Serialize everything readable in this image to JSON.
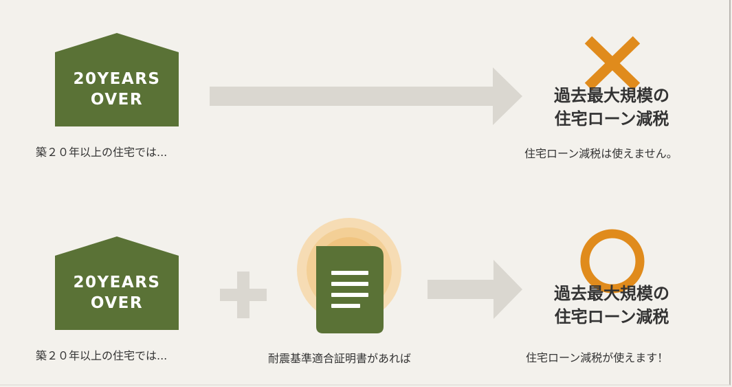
{
  "colors": {
    "background": "#f3f1ec",
    "house_green": "#5a7236",
    "arrow_gray": "#dad7d0",
    "accent_orange": "#e08b1c"
  },
  "row1": {
    "house_line1": "20YEARS",
    "house_line2": "OVER",
    "house_caption": "築２０年以上の住宅では...",
    "result_line1": "過去最大規模の",
    "result_line2": "住宅ローン減税",
    "result_caption": "住宅ローン減税は使えません。",
    "mark_icon": "cross-icon"
  },
  "row2": {
    "house_line1": "20YEARS",
    "house_line2": "OVER",
    "house_caption": "築２０年以上の住宅では...",
    "plus_icon": "plus-icon",
    "document_icon": "document-icon",
    "document_caption": "耐震基準適合証明書があれば",
    "result_line1": "過去最大規模の",
    "result_line2": "住宅ローン減税",
    "result_caption": "住宅ローン減税が使えます！",
    "mark_icon": "circle-icon"
  }
}
